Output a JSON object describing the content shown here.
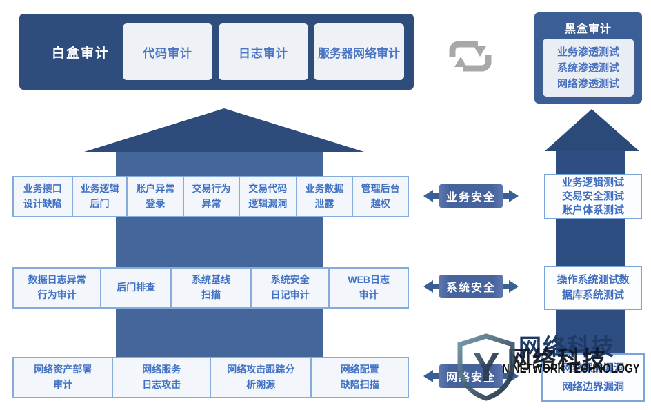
{
  "white_box": {
    "title": "白盒审计",
    "items": [
      "代码审计",
      "日志审计",
      "服务器网络审计"
    ]
  },
  "black_box": {
    "title": "黑盒审计",
    "items_text": "业务渗透测试\n系统渗透测试\n网络渗透测试"
  },
  "rows": [
    {
      "label": "业务安全",
      "cells": [
        "业务接口\n设计缺陷",
        "业务逻辑\n后门",
        "账户异常\n登录",
        "交易行为\n异常",
        "交易代码\n逻辑漏洞",
        "业务数据\n泄露",
        "管理后台\n越权"
      ],
      "right_text": "业务逻辑测试\n交易安全测试\n账户体系测试"
    },
    {
      "label": "系统安全",
      "cells": [
        "数据日志异常\n行为审计",
        "后门排查",
        "系统基线\n扫描",
        "系统安全\n日记审计",
        "WEB日志\n审计"
      ],
      "right_text": "操作系统测试数\n据库系统测试"
    },
    {
      "label": "网络安全",
      "cells": [
        "网络资产部署\n审计",
        "网络服务\n日志攻击",
        "网络攻击跟踪分\n析溯源",
        "网络配置\n缺陷扫描"
      ],
      "right_text": "网络服务漏洞\n网络边界漏洞"
    }
  ],
  "watermark": {
    "cn": "网络科技",
    "en": "YUAN NETWORK TECHNOLOGY",
    "logo_letter": "Y"
  },
  "colors": {
    "banner_navy": "#2e4d7d",
    "black_box_bg": "#3c5e97",
    "left_column": "#44669a",
    "left_roof": "#2e4c7b",
    "right_column": "#2e4d80",
    "right_roof": "#2b4a7a",
    "cell_border": "#85acdb",
    "cell_text": "#4272c4",
    "pill_bg": "#47639e",
    "arrow": "#3a5f94",
    "sync_gray": "#a8a8a8"
  }
}
